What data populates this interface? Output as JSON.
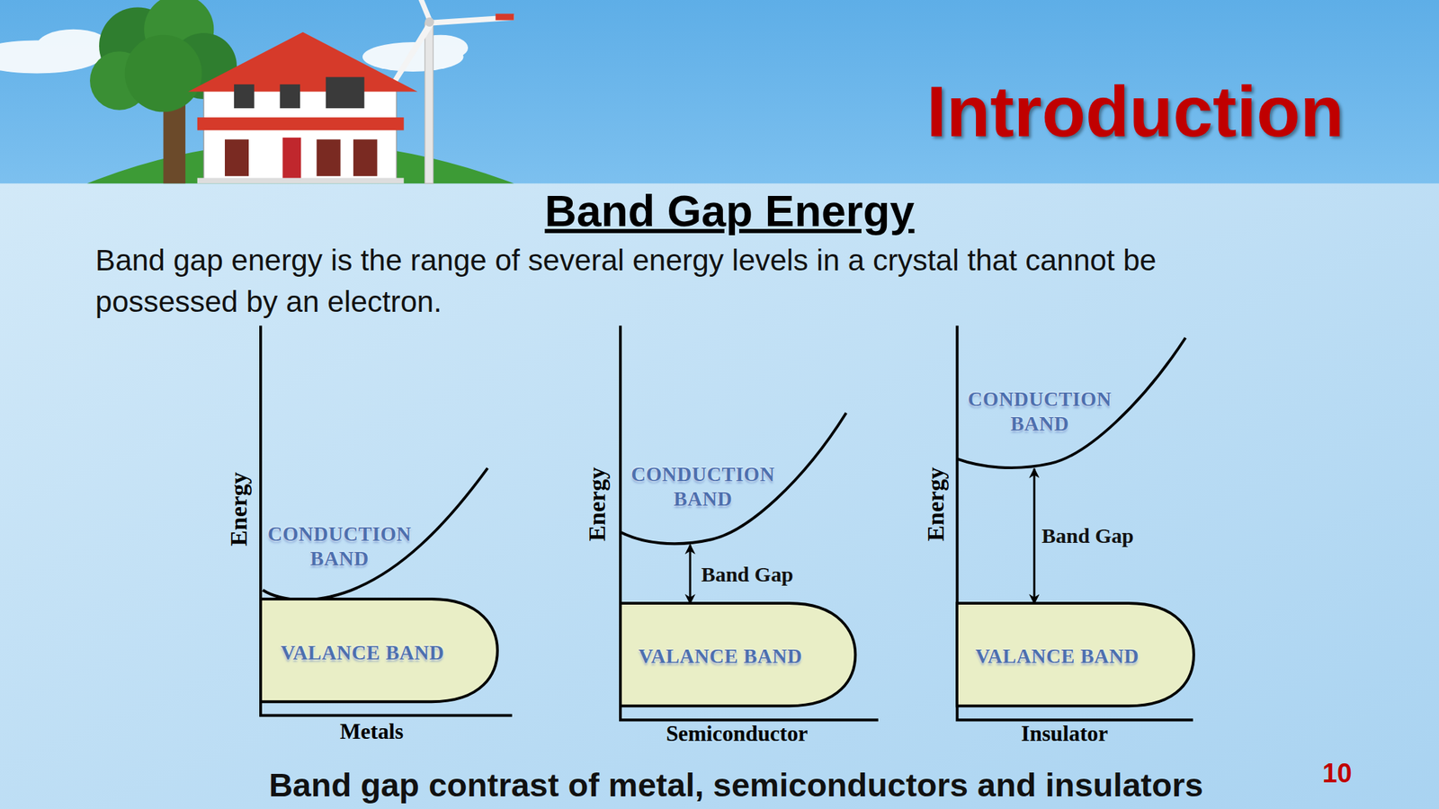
{
  "diagram": {
    "title": "Introduction",
    "caption": "Band gap contrast of metal, semiconductors and insulators",
    "nodes": [
      {
        "text": [
          "CONDUCTION BAND"
        ]
      },
      {
        "text": [
          "VALANCE BAND"
        ]
      },
      {
        "text": [
          "CONDUCTION BAND"
        ]
      },
      {
        "text": [
          "VALANCE BAND"
        ]
      },
      {
        "text": [
          "CONDUCTION BAND"
        ]
      },
      {
        "text": [
          "VALANCE BAND"
        ]
      }
    ],
    "edges": [
      {
        "from": 2,
        "to": 3,
        "arrow": "both",
        "label": "Band Gap"
      },
      {
        "from": 4,
        "to": 5,
        "arrow": "both",
        "label": "Band Gap"
      }
    ],
    "labels": [
      "Band Gap Energy",
      "Band gap energy is the range of several energy levels in a crystal that cannot be possessed by an electron.",
      "Energy",
      "Metals",
      "Energy",
      "Semiconductor",
      "Energy",
      "Insulator",
      "10"
    ]
  }
}
